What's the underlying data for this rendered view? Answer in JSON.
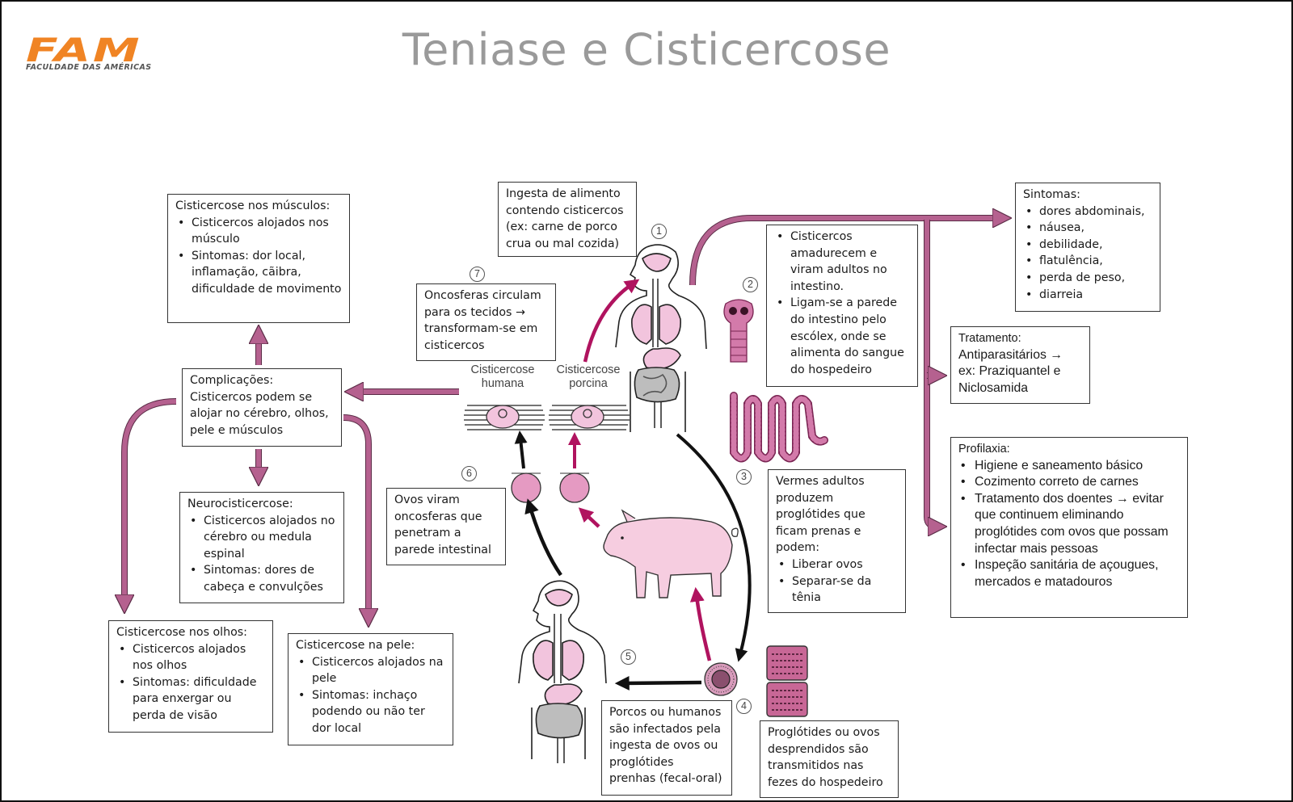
{
  "logo": {
    "mark": "FAM",
    "subtitle": "FACULDADE DAS AMÉRICAS",
    "color": "#f08424"
  },
  "title": "Teniase e Cisticercose",
  "colors": {
    "arrow_mauve": "#b5618f",
    "arrow_magenta": "#b0135f",
    "arrow_black": "#111111",
    "illustration_pink": "#f2c4dd",
    "box_border": "#333333"
  },
  "cycle_steps": [
    {
      "number": "1",
      "label": "step-1"
    },
    {
      "number": "2",
      "label": "step-2"
    },
    {
      "number": "3",
      "label": "step-3"
    },
    {
      "number": "4",
      "label": "step-4"
    },
    {
      "number": "5",
      "label": "step-5"
    },
    {
      "number": "6",
      "label": "step-6"
    },
    {
      "number": "7",
      "label": "step-7"
    }
  ],
  "illustration_labels": {
    "human_cysticercosis": "Cisticercose\nhumana",
    "porcine_cysticercosis": "Cisticercose\nporcina"
  },
  "boxes": {
    "ingestion": {
      "lines": [
        "Ingesta de alimento",
        "contendo cisticercos",
        "(ex: carne de porco",
        "crua ou mal cozida)"
      ]
    },
    "oncospheres_circulate": {
      "lines": [
        "Oncosferas circulam",
        "para os tecidos →",
        "transformam-se em",
        "cisticercos"
      ]
    },
    "maturation": {
      "bullets": [
        "Cisticercos amadurecem e viram adultos no intestino.",
        "Ligam-se a parede do intestino pelo escólex, onde se alimenta do sangue do hospedeiro"
      ]
    },
    "adult_worms": {
      "heading": "Vermes adultos produzem proglótides que ficam prenas e podem:",
      "bullets": [
        "Liberar ovos",
        "Separar-se da tênia"
      ]
    },
    "eggs_oncospheres": {
      "lines": [
        "Ovos viram",
        "oncosferas que",
        "penetram a",
        "parede intestinal"
      ]
    },
    "infection": {
      "lines": [
        "Porcos ou humanos",
        "são infectados pela",
        "ingesta de ovos ou",
        "proglótides",
        "prenhas (fecal-oral)"
      ]
    },
    "transmission": {
      "lines": [
        "Proglótides ou ovos",
        "desprendidos são",
        "transmitidos nas",
        "fezes do hospedeiro"
      ]
    },
    "symptoms": {
      "heading": "Sintomas:",
      "bullets": [
        "dores abdominais,",
        "náusea,",
        "debilidade,",
        "flatulência,",
        "perda de peso,",
        "diarreia"
      ]
    },
    "treatment": {
      "lines": [
        "Tratamento:",
        "Antiparasitários →",
        "ex: Praziquantel e",
        "Niclosamida"
      ]
    },
    "prophylaxis": {
      "heading": "Profilaxia:",
      "bullets": [
        "Higiene e saneamento básico",
        "Cozimento correto de carnes",
        "Tratamento dos doentes → evitar que continuem eliminando proglótides com ovos que possam infectar mais pessoas",
        "Inspeção sanitária de açougues, mercados e matadouros"
      ]
    },
    "complications": {
      "lines": [
        "Complicações:",
        "Cisticercos podem se",
        "alojar no cérebro, olhos,",
        "pele e músculos"
      ]
    },
    "muscles": {
      "heading": "Cisticercose nos músculos:",
      "bullets": [
        "Cisticercos alojados nos músculo",
        "Sintomas: dor local, inflamação, cãibra, dificuldade de movimento"
      ]
    },
    "neuro": {
      "heading": "Neurocisticercose:",
      "bullets": [
        "Cisticercos alojados no cérebro ou medula espinal",
        "Sintomas: dores de cabeça e convulções"
      ]
    },
    "eyes": {
      "heading": "Cisticercose nos olhos:",
      "bullets": [
        "Cisticercos alojados nos olhos",
        "Sintomas: dificuldade para enxergar ou perda de visão"
      ]
    },
    "skin": {
      "heading": "Cisticercose na pele:",
      "bullets": [
        "Cisticercos alojados na pele",
        "Sintomas: inchaço podendo ou não ter dor local"
      ]
    }
  }
}
